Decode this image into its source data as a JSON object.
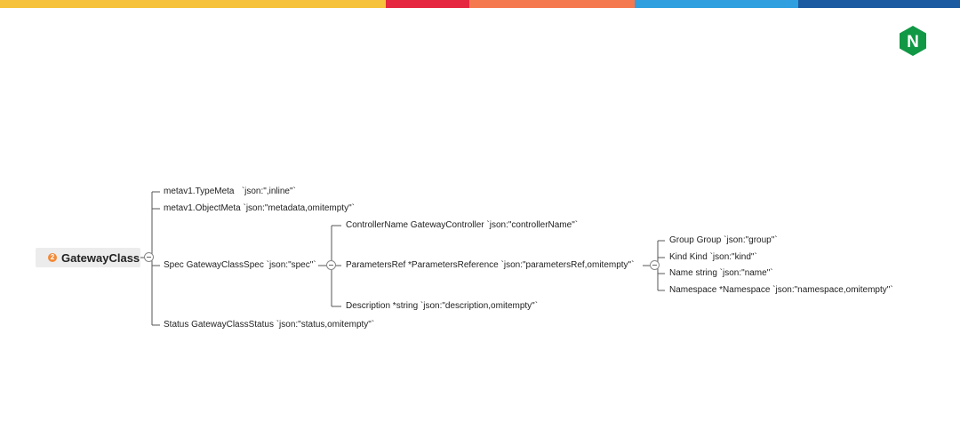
{
  "colors": {
    "bar": [
      "#f6c23b",
      "#e5283f",
      "#f5794f",
      "#2f9fe0",
      "#1b5aa0"
    ],
    "logo_green": "#109844",
    "badge": "#f28a38"
  },
  "logo": {
    "letter": "N"
  },
  "root": {
    "badge": "2",
    "label": "GatewayClass"
  },
  "level1": [
    "metav1.TypeMeta   `json:\",inline\"`",
    "metav1.ObjectMeta `json:\"metadata,omitempty\"`",
    "Spec GatewayClassSpec `json:\"spec\"`",
    "Status GatewayClassStatus `json:\"status,omitempty\"`"
  ],
  "spec_children": [
    "ControllerName GatewayController `json:\"controllerName\"`",
    "ParametersRef *ParametersReference `json:\"parametersRef,omitempty\"`",
    "Description *string `json:\"description,omitempty\"`"
  ],
  "params_children": [
    "Group Group `json:\"group\"`",
    "Kind Kind `json:\"kind\"`",
    "Name string `json:\"name\"`",
    "Namespace *Namespace `json:\"namespace,omitempty\"`"
  ]
}
